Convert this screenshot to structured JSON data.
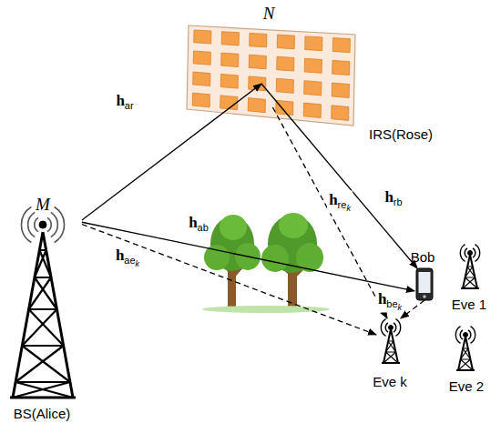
{
  "diagram": {
    "nodes": [
      {
        "text": [
          "N",
          "IRS(Rose)"
        ]
      },
      {
        "text": [
          "M",
          "BS(Alice)"
        ]
      },
      {
        "text": [
          "Bob"
        ]
      },
      {
        "text": [
          "Eve 1"
        ]
      },
      {
        "text": [
          "Eve 2"
        ]
      },
      {
        "text": [
          "Eve k"
        ]
      }
    ],
    "edges": [
      {
        "from": 1,
        "to": 0,
        "arrow": "to",
        "label": "har"
      },
      {
        "from": 0,
        "to": 2,
        "arrow": "to",
        "label": "hrb"
      },
      {
        "from": 0,
        "to": 5,
        "arrow": "to",
        "label": "hrek"
      },
      {
        "from": 1,
        "to": 2,
        "arrow": "to",
        "label": "hab"
      },
      {
        "from": 1,
        "to": 5,
        "arrow": "to",
        "label": "haek"
      },
      {
        "from": 2,
        "to": 5,
        "arrow": "to",
        "label": "hbek"
      }
    ]
  }
}
